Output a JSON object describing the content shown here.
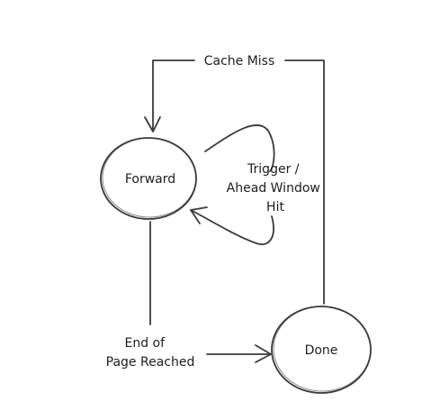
{
  "nodes": {
    "forward": {
      "label": "Forward"
    },
    "done": {
      "label": "Done"
    }
  },
  "edges": {
    "cache_miss": {
      "label": "Cache Miss"
    },
    "trigger": {
      "lines": [
        "Trigger /",
        "Ahead Window",
        "Hit"
      ]
    },
    "end_of_page": {
      "lines": [
        "End of",
        "Page Reached"
      ]
    }
  }
}
